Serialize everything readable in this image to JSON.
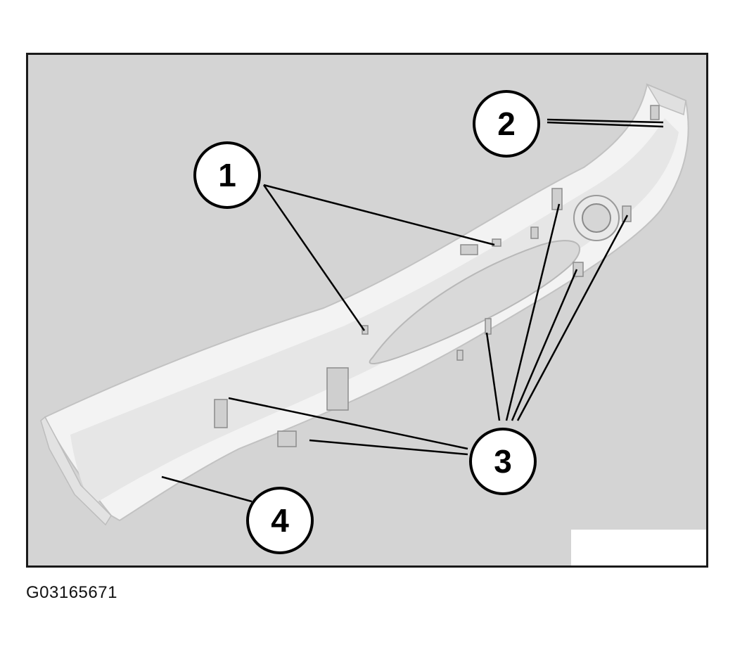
{
  "figure": {
    "id": "G03165671",
    "background_color": "#d4d4d4",
    "part_color": "#f2f2f2"
  },
  "callouts": [
    {
      "label": "1"
    },
    {
      "label": "2"
    },
    {
      "label": "3"
    },
    {
      "label": "4"
    }
  ]
}
